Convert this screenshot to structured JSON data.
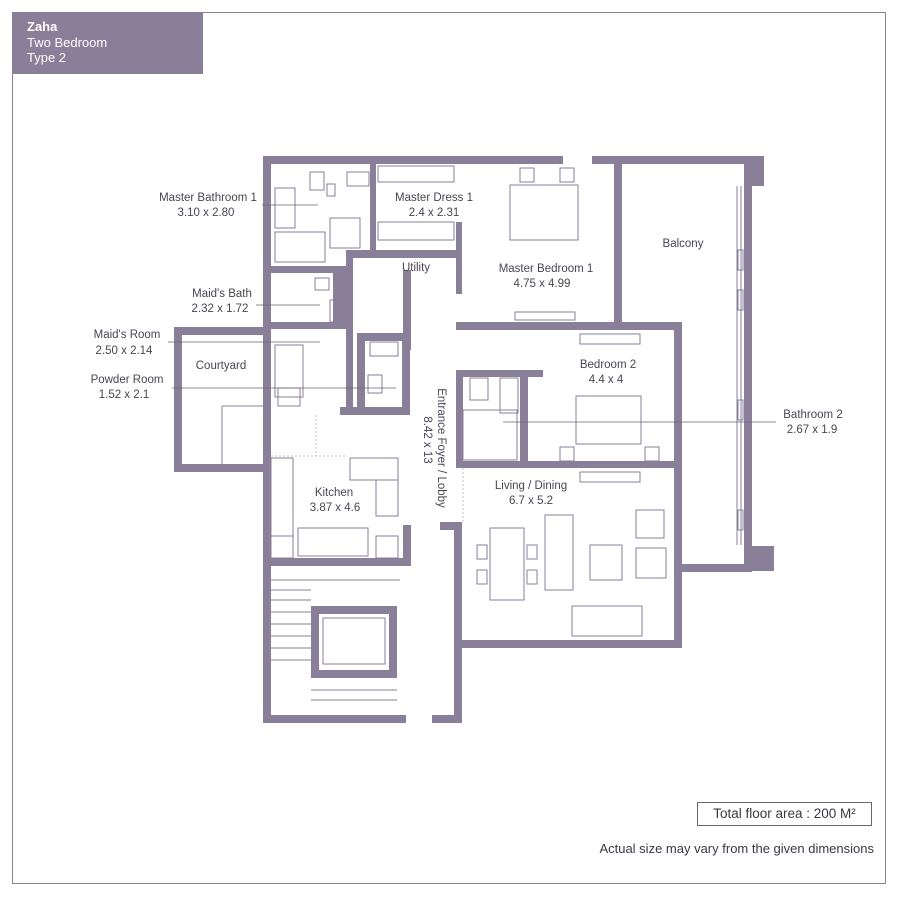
{
  "header": {
    "name": "Zaha",
    "subtitle": "Two Bedroom",
    "type": "Type 2"
  },
  "rooms": [
    {
      "name": "Master Bathroom 1",
      "size": "3.10 x 2.80"
    },
    {
      "name": "Master Dress 1",
      "size": "2.4 x 2.31"
    },
    {
      "name": "Master Bedroom 1",
      "size": "4.75 x 4.99"
    },
    {
      "name": "Balcony",
      "size": ""
    },
    {
      "name": "Utility",
      "size": ""
    },
    {
      "name": "Maid's Bath",
      "size": "2.32 x 1.72"
    },
    {
      "name": "Maid's Room",
      "size": "2.50 x 2.14"
    },
    {
      "name": "Courtyard",
      "size": ""
    },
    {
      "name": "Powder Room",
      "size": "1.52 x 2.1"
    },
    {
      "name": "Bedroom 2",
      "size": "4.4 x 4"
    },
    {
      "name": "Bathroom 2",
      "size": "2.67 x 1.9"
    },
    {
      "name": "Entrance Foyer / Lobby",
      "size": "8.42 x 13"
    },
    {
      "name": "Kitchen",
      "size": "3.87 x 4.6"
    },
    {
      "name": "Living / Dining",
      "size": "6.7 x 5.2"
    }
  ],
  "footer": {
    "total_area": "Total floor area : 200 M²",
    "disclaimer": "Actual size may vary from the given dimensions"
  },
  "colors": {
    "wall": "#8a7f98",
    "text": "#4a4552"
  }
}
